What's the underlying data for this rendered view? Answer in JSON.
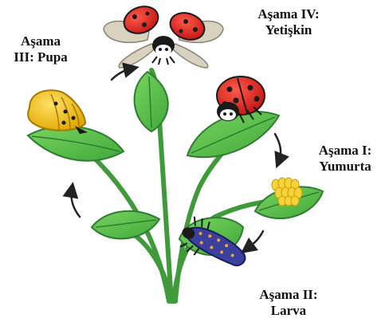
{
  "colors": {
    "leaf": "#5cc24b",
    "leaf_dark": "#2e7d32",
    "stem": "#3f9a3a",
    "ladybug_red": "#e32424",
    "ladybug_black": "#1a1a1a",
    "egg_yellow": "#f7d23a",
    "pupa_yellow": "#f5c21b",
    "larva_blue": "#3b3f9e",
    "wing": "#cfc9b8",
    "arrow": "#222222"
  },
  "stages": {
    "iv": {
      "line1": "Aşama IV:",
      "line2": "Yetişkin",
      "icon": "adult-ladybug-flying"
    },
    "iii": {
      "line1": "Aşama",
      "line2": "III: Pupa",
      "icon": "pupa"
    },
    "i": {
      "line1": "Aşama I:",
      "line2": "Yumurta",
      "icon": "eggs"
    },
    "ii": {
      "line1": "Aşama II:",
      "line2": "Larva",
      "icon": "larva"
    }
  },
  "cycle_direction": "clockwise"
}
